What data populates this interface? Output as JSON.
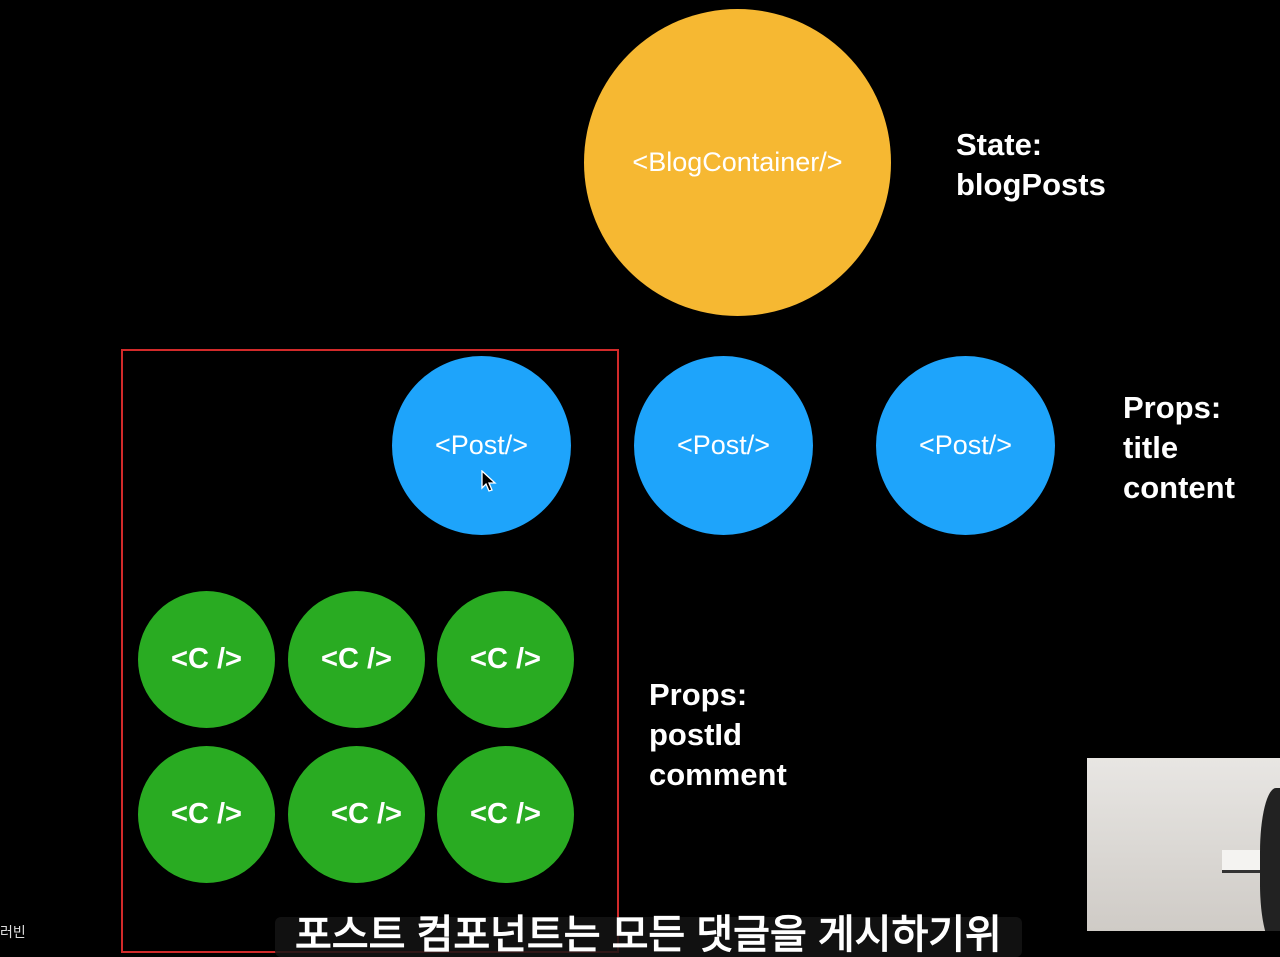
{
  "container": {
    "label": "<BlogContainer/>",
    "color": "#f6b832"
  },
  "state_label": {
    "title": "State:",
    "items": [
      "blogPosts"
    ]
  },
  "posts": [
    {
      "label": "<Post/>"
    },
    {
      "label": "<Post/>"
    },
    {
      "label": "<Post/>"
    }
  ],
  "post_color": "#1ea4fb",
  "post_props": {
    "title": "Props:",
    "items": [
      "title",
      "content"
    ]
  },
  "comments": [
    {
      "label": "<C />"
    },
    {
      "label": "<C />"
    },
    {
      "label": "<C />"
    },
    {
      "label": "<C />"
    },
    {
      "label": "<C />"
    },
    {
      "label": "<C />"
    }
  ],
  "comment_color": "#29ab22",
  "comment_props": {
    "title": "Props:",
    "items": [
      "postId",
      "comment"
    ]
  },
  "highlight_color": "#d22a2a",
  "subtitle": "포스트 컴포넌트는 모든 댓글을 게시하기위",
  "corner_text": "러빈"
}
